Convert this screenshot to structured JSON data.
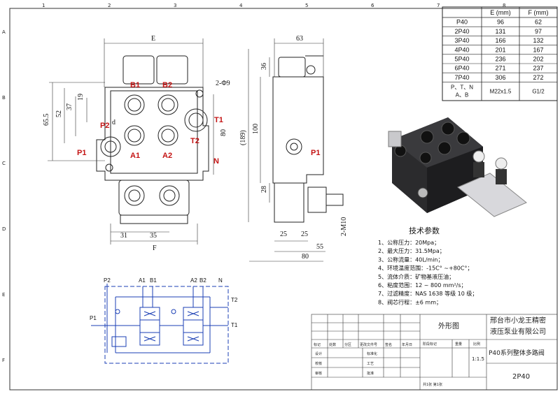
{
  "front_view": {
    "dims": {
      "E": "E",
      "F": "F",
      "d65_5": "65.5",
      "d52": "52",
      "d37": "37",
      "d19": "19",
      "d80": "80",
      "d31": "31",
      "d35": "35",
      "phi9": "2-Φ9",
      "d": "d"
    },
    "ports": {
      "B1": "B1",
      "B2": "B2",
      "P2": "P2",
      "P1": "P1",
      "T1": "T1",
      "T2": "T2",
      "A1": "A1",
      "A2": "A2",
      "N": "N"
    }
  },
  "side_view": {
    "dims": {
      "d63": "63",
      "d36": "36",
      "d100": "100",
      "d189": "(189)",
      "d28": "28",
      "d25a": "25",
      "d25b": "25",
      "d55": "55",
      "d80": "80",
      "m10": "2-M10"
    },
    "port_p1": "P1"
  },
  "table": {
    "headers": [
      "",
      "E (mm)",
      "F (mm)"
    ],
    "rows": [
      [
        "P40",
        "96",
        "62"
      ],
      [
        "2P40",
        "131",
        "97"
      ],
      [
        "3P40",
        "166",
        "132"
      ],
      [
        "4P40",
        "201",
        "167"
      ],
      [
        "5P40",
        "236",
        "202"
      ],
      [
        "6P40",
        "271",
        "237"
      ],
      [
        "7P40",
        "306",
        "272"
      ]
    ],
    "thread_row": {
      "ports_line1": "P、T、N",
      "ports_line2": "A、B",
      "metric": "M22x1.5",
      "bsp": "G1/2"
    }
  },
  "specs": {
    "title": "技术参数",
    "items": [
      "1、公称压力：20Mpa；",
      "2、最大压力：31.5Mpa；",
      "3、公称流量：40L/min；",
      "4、环境温度范围：-15C°  ~+80C°；",
      "5、流体介质：矿物基液压油；",
      "6、粘度范围：12 ~ 800 mm²/s；",
      "7、过滤精度：NAS 1638 等级 10 级；",
      "8、阀芯行程：±6 mm；"
    ]
  },
  "schematic": {
    "P2": "P2",
    "A1": "A1",
    "B1": "B1",
    "A2": "A2",
    "B2": "B2",
    "N": "N",
    "T2": "T2",
    "T1": "T1",
    "P1": "P1"
  },
  "title_block": {
    "company_line1": "邢台市小龙王精密",
    "company_line2": "液压泵业有限公司",
    "view_name": "外形图",
    "series": "P40系列整体多路阀",
    "model": "2P40",
    "scale": "1:1.5",
    "headers": {
      "stage": "阶段标记",
      "weight": "重量",
      "ratio": "比例",
      "sheet": "共1张 第1张"
    },
    "rev_headers": [
      "标记",
      "处数",
      "分区",
      "更改文件号",
      "签名",
      "年月日"
    ],
    "roles": [
      "设计",
      "校核",
      "审核"
    ],
    "roles2": [
      "标准化",
      "工艺",
      "批准"
    ]
  },
  "frame": {
    "col_numbers": [
      "1",
      "2",
      "3",
      "4",
      "5",
      "6",
      "7",
      "8"
    ],
    "row_letters": [
      "A",
      "B",
      "C",
      "D",
      "E",
      "F"
    ]
  }
}
